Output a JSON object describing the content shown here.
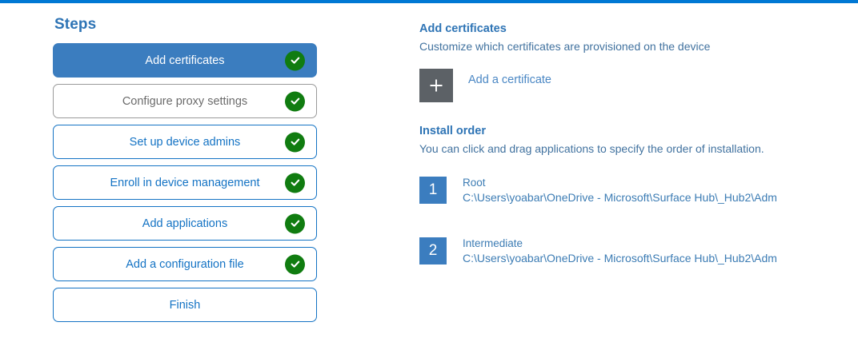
{
  "accent_color": "#0078d4",
  "steps_panel": {
    "title": "Steps",
    "items": [
      {
        "label": "Add certificates",
        "state": "active",
        "completed": true
      },
      {
        "label": "Configure proxy settings",
        "state": "muted",
        "completed": true
      },
      {
        "label": "Set up device admins",
        "state": "default",
        "completed": true
      },
      {
        "label": "Enroll in device management",
        "state": "default",
        "completed": true
      },
      {
        "label": "Add applications",
        "state": "default",
        "completed": true
      },
      {
        "label": "Add a configuration file",
        "state": "default",
        "completed": true
      },
      {
        "label": "Finish",
        "state": "default",
        "completed": false
      }
    ]
  },
  "detail_panel": {
    "title": "Add certificates",
    "subtitle": "Customize which certificates are provisioned on the device",
    "add_certificate": {
      "icon": "plus-icon",
      "label": "Add a certificate"
    },
    "install_order": {
      "title": "Install order",
      "description": "You can click and drag applications to specify the order of installation.",
      "items": [
        {
          "number": "1",
          "name": "Root",
          "path": "C:\\Users\\yoabar\\OneDrive - Microsoft\\Surface Hub\\_Hub2\\Adm"
        },
        {
          "number": "2",
          "name": "Intermediate",
          "path": "C:\\Users\\yoabar\\OneDrive - Microsoft\\Surface Hub\\_Hub2\\Adm"
        }
      ]
    }
  }
}
